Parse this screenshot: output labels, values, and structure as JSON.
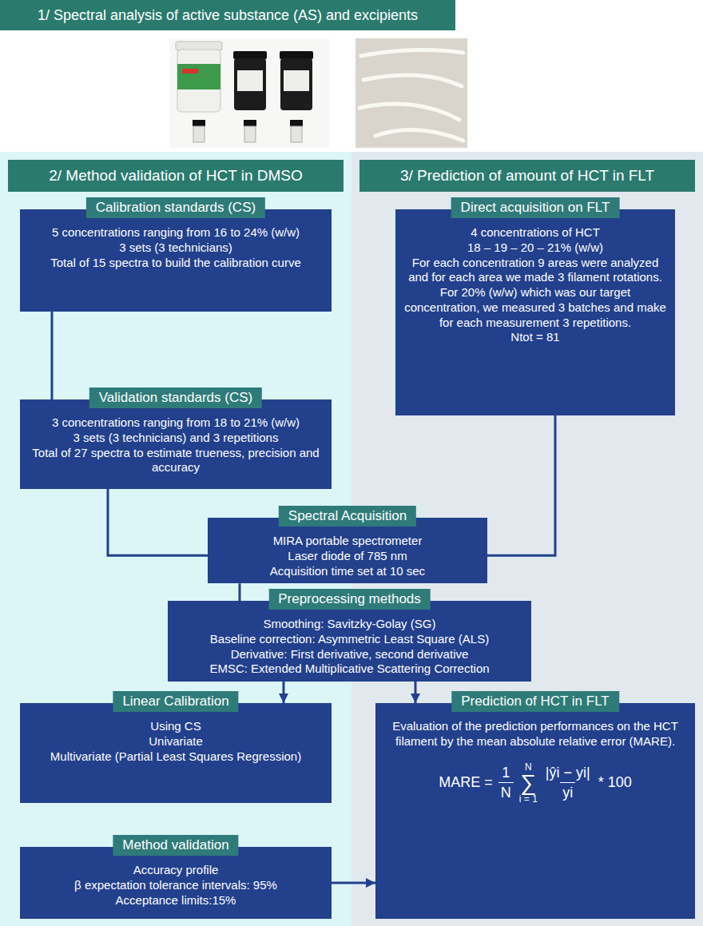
{
  "diagram": {
    "nodes": [
      {
        "text": [
          "1/ Spectral analysis of active substance (AS) and excipients"
        ]
      },
      {
        "text": [
          "2/ Method validation of HCT in DMSO"
        ]
      },
      {
        "text": [
          "3/ Prediction of amount of HCT in FLT"
        ]
      },
      {
        "text": [
          "Calibration standards (CS)",
          "5 concentrations ranging from 16 to 24% (w/w)",
          "3 sets (3 technicians)",
          "Total of 15 spectra to build the calibration curve"
        ],
        "in": 1
      },
      {
        "text": [
          "Direct acquisition on FLT",
          "4 concentrations of HCT",
          "18 – 19 – 20 – 21% (w/w)",
          "For each concentration 9 areas were analyzed and for each area we made 3 filament rotations.",
          "For 20% (w/w) which was our target concentration, we measured 3 batches and make for each measurement 3 repetitions.",
          "Ntot = 81"
        ],
        "in": 2
      },
      {
        "text": [
          "Validation standards (CS)",
          "3 concentrations ranging from 18 to 21% (w/w)",
          "3 sets (3 technicians) and 3 repetitions",
          "Total of 27 spectra to estimate trueness, precision and accuracy"
        ],
        "in": 1
      },
      {
        "text": [
          "Spectral Acquisition",
          "MIRA portable spectrometer",
          "Laser diode of 785 nm",
          "Acquisition time set at 10 sec"
        ]
      },
      {
        "text": [
          "Preprocessing methods",
          "Smoothing: Savitzky-Golay (SG)",
          "Baseline correction: Asymmetric Least Square (ALS)",
          "Derivative: First derivative, second derivative",
          "EMSC: Extended Multiplicative Scattering Correction"
        ]
      },
      {
        "text": [
          "Linear Calibration",
          "Using CS",
          "Univariate",
          "Multivariate (Partial Least Squares Regression)"
        ],
        "in": 1
      },
      {
        "text": [
          "Prediction of HCT in FLT",
          "Evaluation of the prediction performances on the HCT filament by the mean absolute relative error (MARE).",
          "MARE =",
          "1",
          "N",
          "N",
          "∑",
          "i = 1",
          "|ŷi − yi|",
          "yi",
          "* 100"
        ],
        "in": 2
      },
      {
        "text": [
          "Method validation",
          "Accuracy profile",
          "β expectation tolerance intervals: 95%",
          "Acceptance limits:15%"
        ],
        "in": 1
      }
    ],
    "edges": [
      {
        "from": 3,
        "to": 5,
        "arrow": "none"
      },
      {
        "from": 5,
        "to": 6,
        "arrow": "none"
      },
      {
        "from": 4,
        "to": 6,
        "arrow": "none"
      },
      {
        "from": 6,
        "to": 7,
        "arrow": "none"
      },
      {
        "from": 7,
        "to": 8,
        "arrow": "to"
      },
      {
        "from": 7,
        "to": 9,
        "arrow": "to"
      },
      {
        "from": 10,
        "to": 9,
        "arrow": "to"
      }
    ]
  }
}
